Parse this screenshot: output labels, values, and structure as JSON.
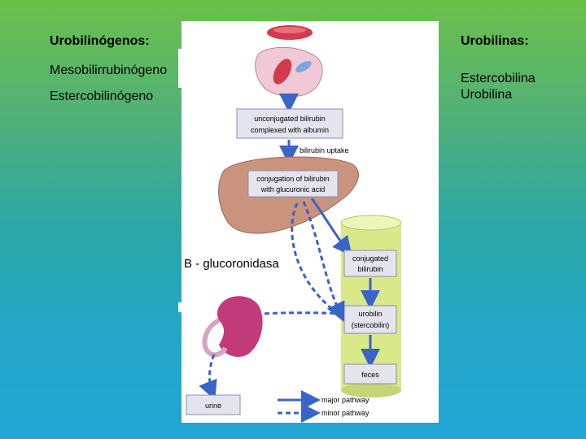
{
  "left_column": {
    "title": "Urobilinógenos:",
    "items": [
      "Mesobilirrubinógeno",
      "Estercobilinógeno"
    ]
  },
  "right_column": {
    "title": "Urobilinas:",
    "items": [
      "Estercobilina",
      "Urobilina"
    ]
  },
  "enzyme_label": "B - glucoronidasa",
  "diagram": {
    "nodes": {
      "unconjugated": [
        "unconjugated bilirubin",
        "complexed with albumin"
      ],
      "uptake": "bilirubin uptake",
      "conjugation": [
        "conjugation of bilirubin",
        "with glucuronic acid"
      ],
      "conjugated": [
        "conjugated",
        "bilirubin"
      ],
      "urobilin": [
        "urobilin",
        "(stercobilin)"
      ],
      "feces": "feces",
      "urine": "urine"
    },
    "legend": {
      "major": "major pathway",
      "minor": "minor pathway"
    }
  },
  "colors": {
    "gradient_top": "#6cc04a",
    "gradient_bottom": "#22a6d6",
    "box_fill": "#e4e4ee",
    "arrow": "#3a64c8",
    "liver": "#c9937e",
    "kidney": "#c23a7a",
    "intestine": "#d9e98a"
  }
}
